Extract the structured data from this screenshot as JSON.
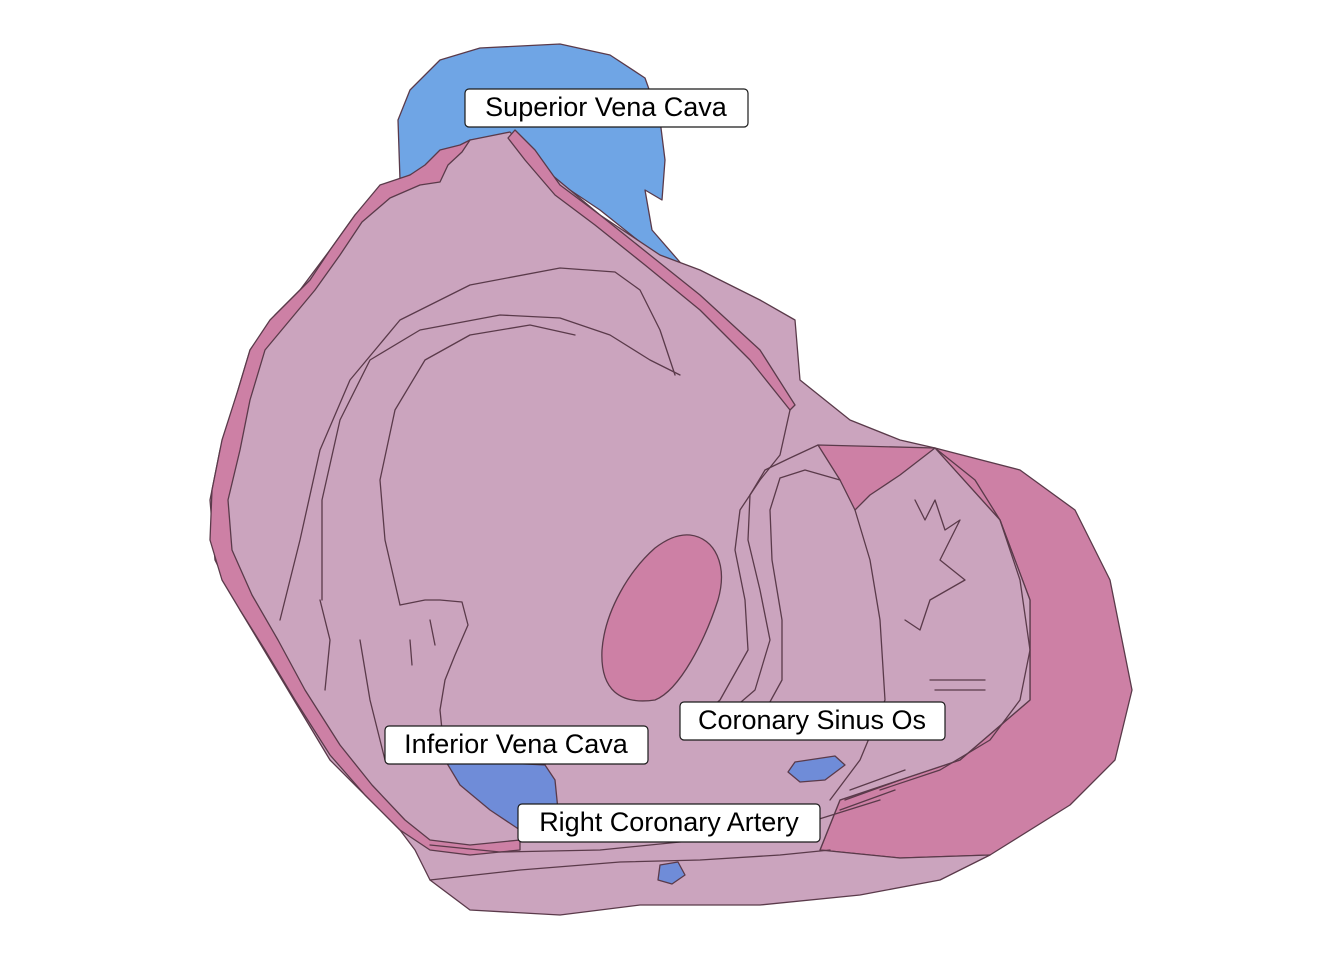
{
  "colors": {
    "tissue": "#cba4be",
    "muscle": "#cd80a5",
    "vessel_blue": "#6fa5e5",
    "vessel_darkblue": "#6f8cd8",
    "outline": "#5a3a4a"
  },
  "labels": {
    "superior_vena_cava": "Superior Vena Cava",
    "coronary_sinus_os": "Coronary Sinus Os",
    "inferior_vena_cava": "Inferior Vena Cava",
    "right_coronary_artery": "Right Coronary Artery"
  }
}
